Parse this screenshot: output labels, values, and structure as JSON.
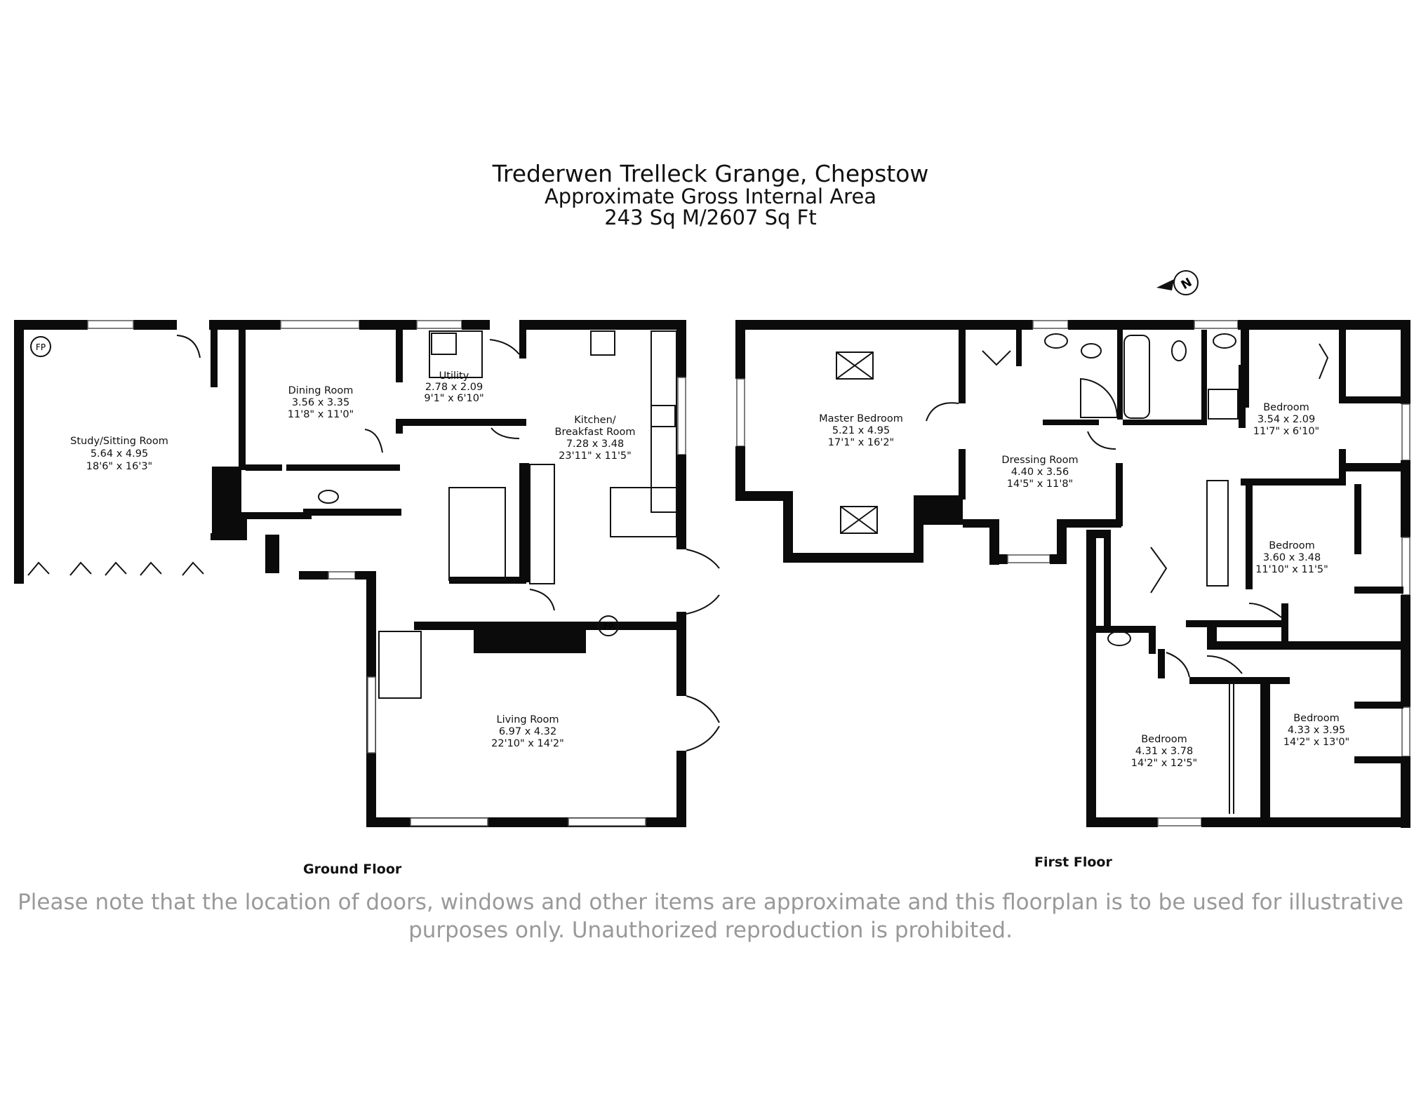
{
  "header": {
    "title": "Trederwen Trelleck Grange, Chepstow",
    "subtitle": "Approximate Gross Internal Area",
    "area": "243 Sq M/2607 Sq Ft"
  },
  "floors": {
    "ground": {
      "label": "Ground Floor"
    },
    "first": {
      "label": "First Floor"
    }
  },
  "rooms": {
    "study": {
      "name": "Study/Sitting Room",
      "metric": "5.64 x 4.95",
      "imperial": "18'6\" x 16'3\""
    },
    "dining": {
      "name": "Dining Room",
      "metric": "3.56 x 3.35",
      "imperial": "11'8\" x 11'0\""
    },
    "utility": {
      "name": "Utility",
      "metric": "2.78 x 2.09",
      "imperial": "9'1\" x 6'10\""
    },
    "kitchen": {
      "name1": "Kitchen/",
      "name2": "Breakfast Room",
      "metric": "7.28 x 3.48",
      "imperial": "23'11\" x 11'5\""
    },
    "living": {
      "name": "Living Room",
      "metric": "6.97 x 4.32",
      "imperial": "22'10\" x 14'2\""
    },
    "master": {
      "name": "Master Bedroom",
      "metric": "5.21 x 4.95",
      "imperial": "17'1\" x 16'2\""
    },
    "dressing": {
      "name": "Dressing Room",
      "metric": "4.40 x 3.56",
      "imperial": "14'5\" x 11'8\""
    },
    "bed2": {
      "name": "Bedroom",
      "metric": "3.54 x 2.09",
      "imperial": "11'7\" x 6'10\""
    },
    "bed3": {
      "name": "Bedroom",
      "metric": "3.60 x 3.48",
      "imperial": "11'10\" x 11'5\""
    },
    "bed4": {
      "name": "Bedroom",
      "metric": "4.33 x 3.95",
      "imperial": "14'2\" x 13'0\""
    },
    "bed5": {
      "name": "Bedroom",
      "metric": "4.31 x 3.78",
      "imperial": "14'2\" x 12'5\""
    }
  },
  "markers": {
    "fireplace": "FP",
    "north": "N"
  },
  "disclaimer": {
    "line1": "Please note that the location of doors, windows and other items are approximate and this floorplan is to be used for illustrative",
    "line2": "purposes only. Unauthorized reproduction is prohibited."
  }
}
